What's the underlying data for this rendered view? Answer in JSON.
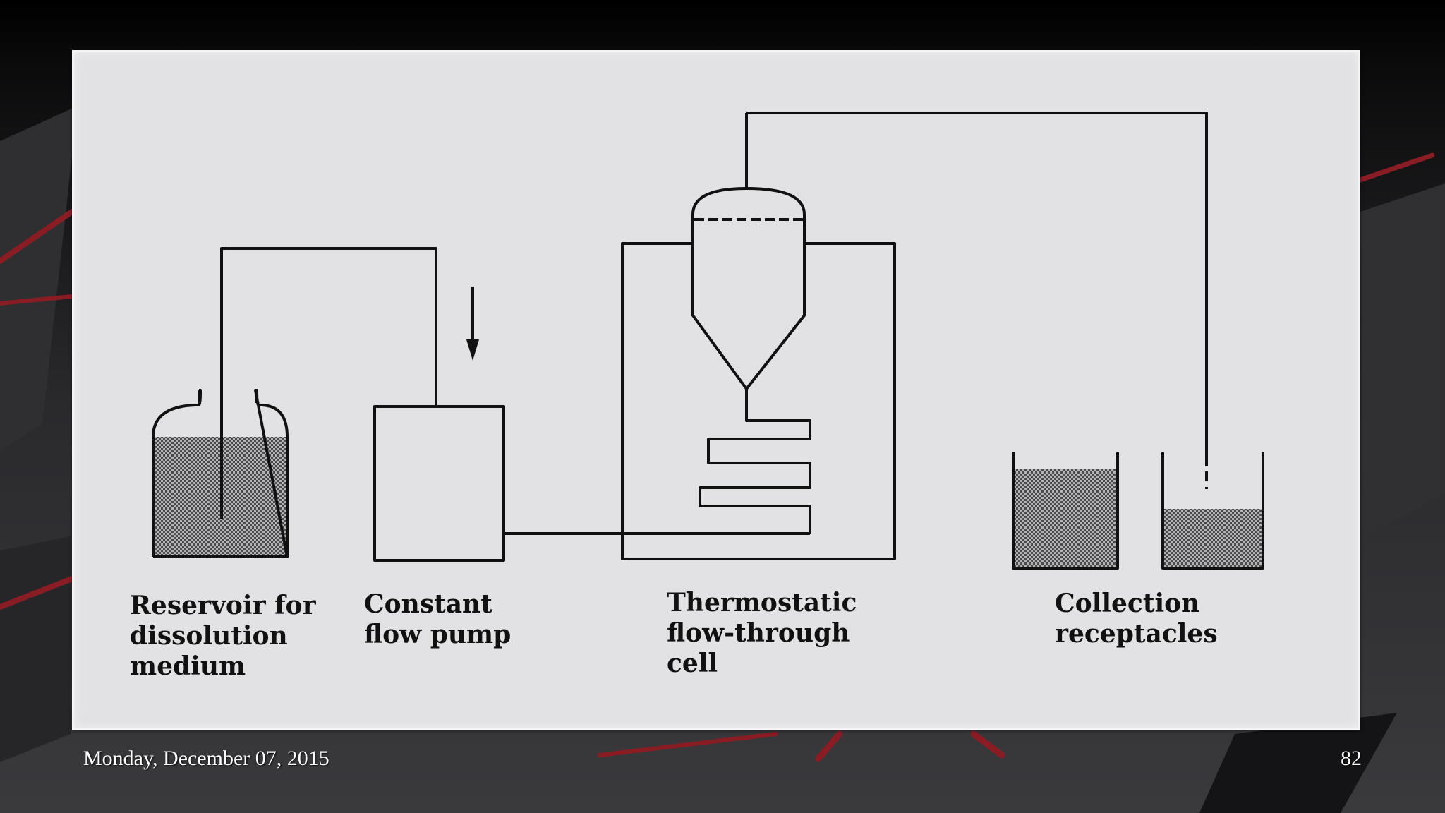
{
  "diagram": {
    "labels": {
      "reservoir": "Reservoir for\ndissolution\nmedium",
      "pump": "Constant\nflow pump",
      "cell": "Thermostatic\nflow-through\ncell",
      "collection": "Collection\nreceptacles"
    }
  },
  "footer": {
    "date": "Monday, December 07, 2015",
    "page_number": "82"
  },
  "colors": {
    "slide_background": "#1e1e20",
    "accent_streaks": "#8a1c24",
    "diagram_paper": "#e2e2e4",
    "diagram_ink": "#111111"
  }
}
